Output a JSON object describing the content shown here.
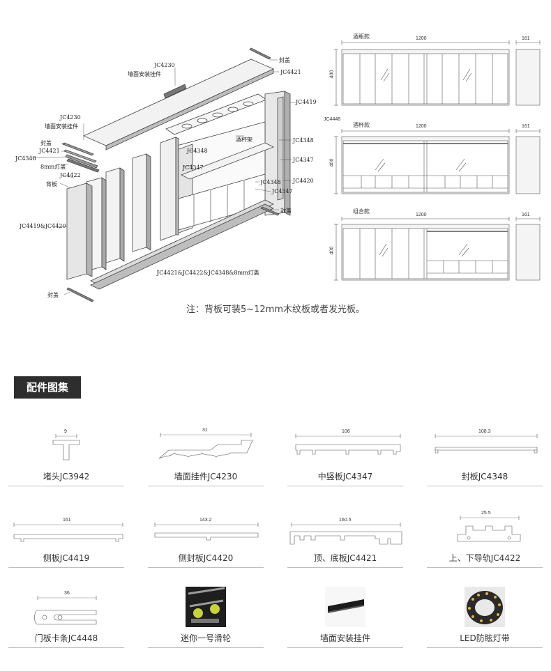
{
  "exploded": {
    "labels": {
      "jc4230_top": "JC4230",
      "wall_mount_top": "墙面安装挂件",
      "cap_top_right": "封盖",
      "jc4421_top": "JC4421",
      "jc4419_right": "JC4419",
      "jc4230_left": "JC4230",
      "wall_mount_left": "墙面安装挂件",
      "cap_left": "封盖",
      "jc4421_left": "JC4421",
      "jc4348_left": "JC4348",
      "led_8mm": "8mm灯盖",
      "jc4422_left": "JC4422",
      "backboard": "背板",
      "glass_rack": "酒杯架",
      "jc4348_mid": "JC4348",
      "jc4347_mid": "JC4347",
      "jc4348_right": "JC4348",
      "jc4347_right": "JC4347",
      "jc4420_right": "JC4420",
      "jc4348_low": "JC4348",
      "jc4347_low": "JC4347",
      "cap_bottom_right": "封盖",
      "jc4419_4420": "JC4419&JC4420",
      "bottom_combo": "JC4421&JC4422&JC4348&8mm灯盖",
      "cap_bottom_left": "封盖"
    },
    "note": "注：背板可装5~12mm木纹板或者发光板。"
  },
  "elevations": [
    {
      "title": "酒瓶款",
      "width": "1200",
      "height": "400",
      "depth": "161",
      "callout": ""
    },
    {
      "title": "酒杯款",
      "width": "1200",
      "height": "400",
      "depth": "161",
      "callout": "JC4448"
    },
    {
      "title": "组合款",
      "width": "1200",
      "height": "400",
      "depth": "161",
      "callout": ""
    }
  ],
  "section_title": "配件图集",
  "parts": [
    {
      "name": "堵头JC3942",
      "dim": "9",
      "icon": "t-profile-icon"
    },
    {
      "name": "墙面挂件JC4230",
      "dim": "31",
      "icon": "wall-hook-profile-icon"
    },
    {
      "name": "中竖板JC4347",
      "dim": "106",
      "icon": "mid-panel-profile-icon"
    },
    {
      "name": "封板JC4348",
      "dim": "108.3",
      "icon": "cover-panel-profile-icon"
    },
    {
      "name": "侧板JC4419",
      "dim": "161",
      "icon": "side-panel-profile-icon"
    },
    {
      "name": "侧封板JC4420",
      "dim": "143.2",
      "icon": "side-cover-profile-icon"
    },
    {
      "name": "顶、底板JC4421",
      "dim": "160.5",
      "icon": "top-bottom-profile-icon"
    },
    {
      "name": "上、下导轨JC4422",
      "dim": "25.5",
      "icon": "rail-profile-icon"
    },
    {
      "name": "门板卡条JC4448",
      "dim": "36",
      "icon": "door-clip-profile-icon"
    },
    {
      "name": "迷你一号滑轮",
      "dim": "",
      "icon": "pulley-photo-icon"
    },
    {
      "name": "墙面安装挂件",
      "dim": "",
      "icon": "wall-bracket-photo-icon"
    },
    {
      "name": "LED防眩灯带",
      "dim": "",
      "icon": "led-strip-photo-icon"
    }
  ]
}
